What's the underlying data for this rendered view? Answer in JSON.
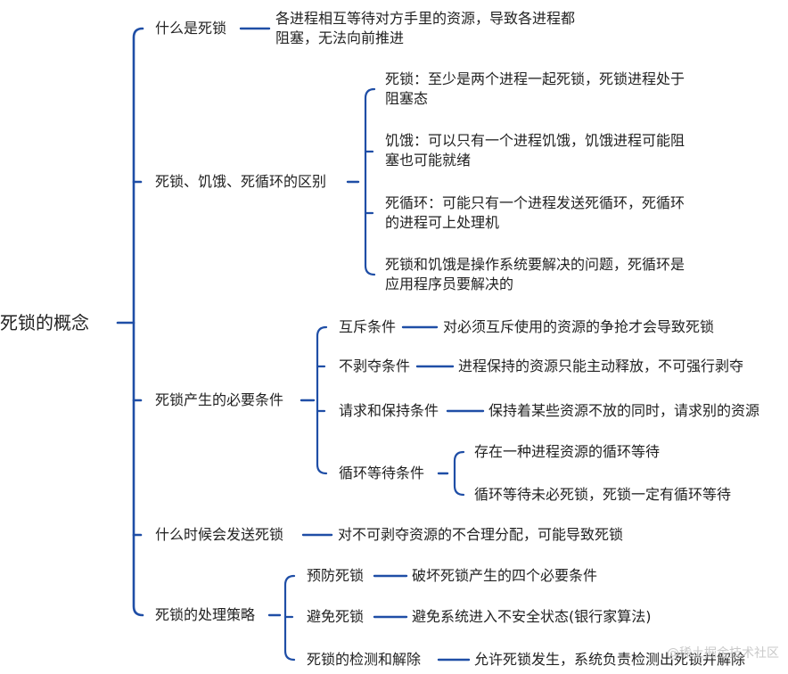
{
  "root": "死锁的概念",
  "branches": [
    {
      "label": "什么是死锁",
      "children": [
        {
          "lines": [
            "各进程相互等待对方手里的资源，导致各进程都",
            "阻塞，无法向前推进"
          ]
        }
      ]
    },
    {
      "label": "死锁、饥饿、死循环的区别",
      "children": [
        {
          "lines": [
            "死锁：至少是两个进程一起死锁，死锁进程处于",
            "阻塞态"
          ]
        },
        {
          "lines": [
            "饥饿：可以只有一个进程饥饿，饥饿进程可能阻",
            "塞也可能就绪"
          ]
        },
        {
          "lines": [
            "死循环：可能只有一个进程发送死循环，死循环",
            "的进程可上处理机"
          ]
        },
        {
          "lines": [
            "死锁和饥饿是操作系统要解决的问题，死循环是",
            "应用程序员要解决的"
          ]
        }
      ]
    },
    {
      "label": "死锁产生的必要条件",
      "children": [
        {
          "label": "互斥条件",
          "children": [
            {
              "lines": [
                "对必须互斥使用的资源的争抢才会导致死锁"
              ]
            }
          ]
        },
        {
          "label": "不剥夺条件",
          "children": [
            {
              "lines": [
                "进程保持的资源只能主动释放，不可强行剥夺"
              ]
            }
          ]
        },
        {
          "label": "请求和保持条件",
          "children": [
            {
              "lines": [
                "保持着某些资源不放的同时，请求别的资源"
              ]
            }
          ]
        },
        {
          "label": "循环等待条件",
          "children": [
            {
              "lines": [
                "存在一种进程资源的循环等待"
              ]
            },
            {
              "lines": [
                "循环等待未必死锁，死锁一定有循环等待"
              ]
            }
          ]
        }
      ]
    },
    {
      "label": "什么时候会发送死锁",
      "children": [
        {
          "lines": [
            "对不可剥夺资源的不合理分配，可能导致死锁"
          ]
        }
      ]
    },
    {
      "label": "死锁的处理策略",
      "children": [
        {
          "label": "预防死锁",
          "children": [
            {
              "lines": [
                "破坏死锁产生的四个必要条件"
              ]
            }
          ]
        },
        {
          "label": "避免死锁",
          "children": [
            {
              "lines": [
                "避免系统进入不安全状态(银行家算法)"
              ]
            }
          ]
        },
        {
          "label": "死锁的检测和解除",
          "children": [
            {
              "lines": [
                "允许死锁发生，系统负责检测出死锁并解除"
              ]
            }
          ]
        }
      ]
    }
  ],
  "watermark": "@稀土掘金技术社区",
  "colors": {
    "line": "#1f4ea6",
    "text": "#222222",
    "watermark": "#c9c9c9"
  }
}
